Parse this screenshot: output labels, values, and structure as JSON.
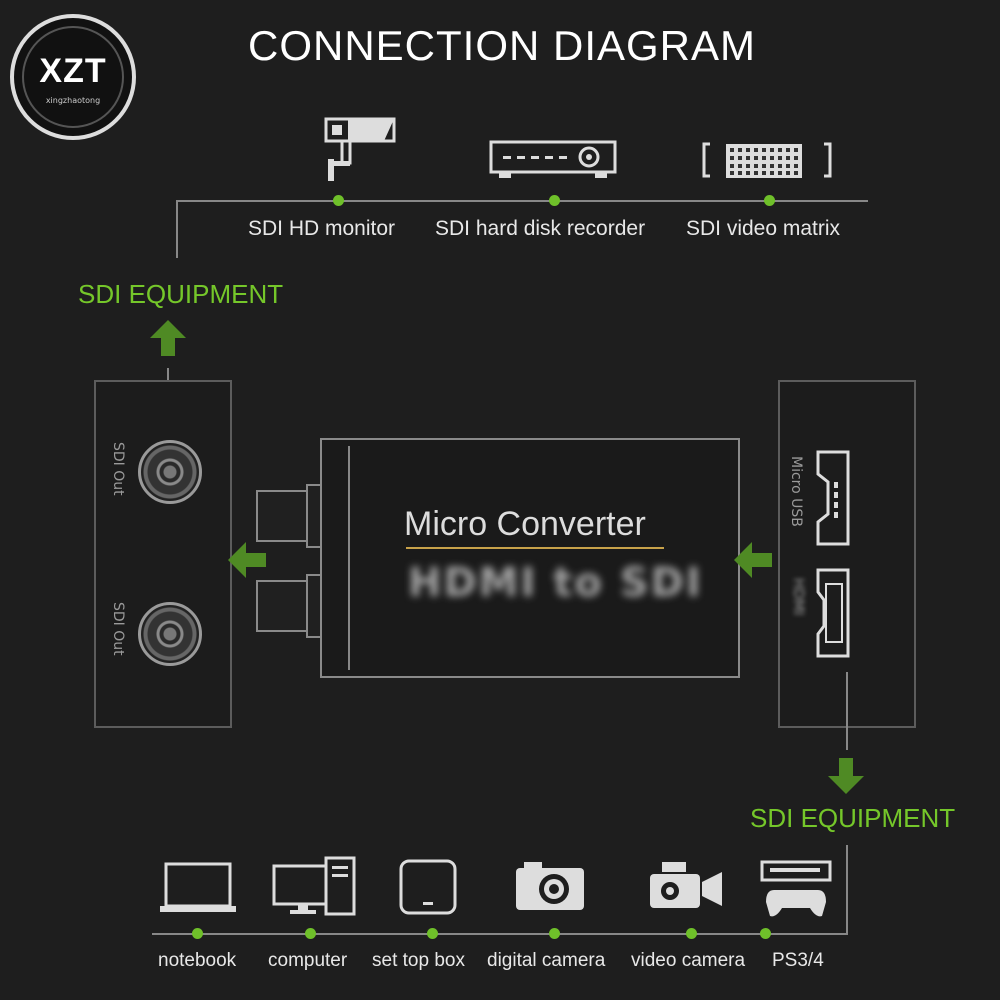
{
  "logo": {
    "brand": "XZT",
    "sub": "xingzhaotong"
  },
  "title": "CONNECTION DIAGRAM",
  "top_devices": [
    {
      "label": "SDI HD monitor",
      "icon": "cctv-camera-icon"
    },
    {
      "label": "SDI hard disk recorder",
      "icon": "disk-recorder-icon"
    },
    {
      "label": "SDI video matrix",
      "icon": "video-matrix-icon"
    }
  ],
  "sdi_equipment_top": "SDI EQUIPMENT",
  "sdi_equipment_bottom": "SDI EQUIPMENT",
  "left_panel": {
    "port1": "SDI Out",
    "port2": "SDI Out"
  },
  "right_panel": {
    "port1": "Micro USB",
    "port2": "HDMI"
  },
  "device": {
    "title": "Micro Converter",
    "subtitle": "HDMI to SDI"
  },
  "bottom_devices": [
    {
      "label": "notebook",
      "icon": "notebook-icon"
    },
    {
      "label": "computer",
      "icon": "computer-icon"
    },
    {
      "label": "set top box",
      "icon": "set-top-box-icon"
    },
    {
      "label": "digital camera",
      "icon": "digital-camera-icon"
    },
    {
      "label": "video camera",
      "icon": "video-camera-icon"
    },
    {
      "label": "PS3/4",
      "icon": "game-console-icon"
    }
  ],
  "colors": {
    "accent_green": "#75c72a",
    "background": "#1e1e1e",
    "gold_line": "#c8a24a"
  }
}
